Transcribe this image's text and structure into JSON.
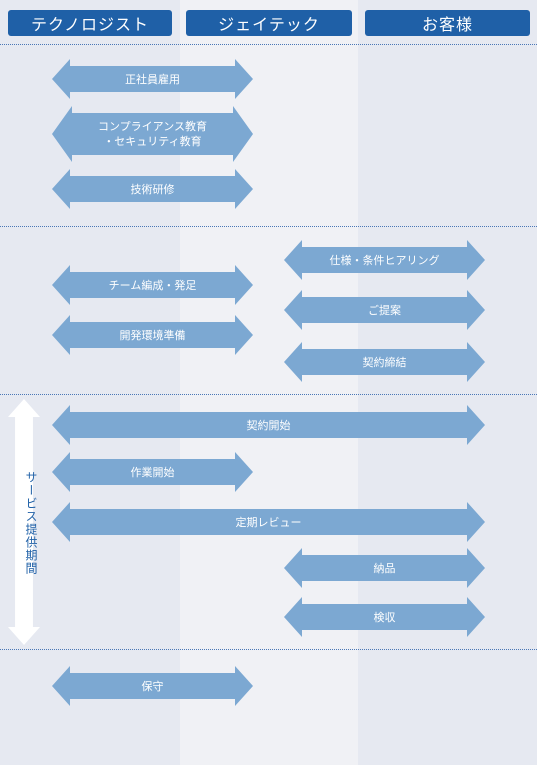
{
  "columns": [
    "テクノロジスト",
    "ジェイテック",
    "お客様"
  ],
  "service_period_label": "サービス提供期間",
  "steps": {
    "s1": "正社員雇用",
    "s2": "コンプライアンス教育\n・セキュリティ教育",
    "s3": "技術研修",
    "s4": "仕様・条件ヒアリング",
    "s5": "チーム編成・発足",
    "s6": "ご提案",
    "s7": "開発環境準備",
    "s8": "契約締結",
    "s9": "契約開始",
    "s10": "作業開始",
    "s11": "定期レビュー",
    "s12": "納品",
    "s13": "検収",
    "s14": "保守"
  },
  "colors": {
    "header": "#1f60a7",
    "arrow": "#7ca8d2",
    "divider": "#4a77b6"
  }
}
